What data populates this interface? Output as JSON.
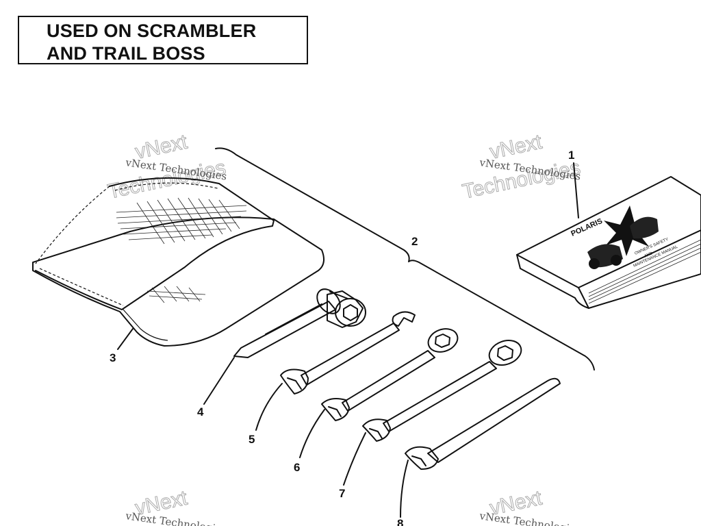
{
  "title": {
    "line1": "USED ON SCRAMBLER",
    "line2": "AND TRAIL BOSS"
  },
  "callouts": {
    "c1": "1",
    "c2": "2",
    "c3": "3",
    "c4": "4",
    "c5": "5",
    "c6": "6",
    "c7": "7",
    "c8": "8"
  },
  "manual": {
    "brand": "POLARIS",
    "line1": "OWNER'S SAFETY",
    "line2": "AND",
    "line3": "MAINTENANCE MANUAL"
  },
  "watermark": {
    "small": "vNext Technologies",
    "big_top": "vNext",
    "big_bottom": "Technologies"
  }
}
